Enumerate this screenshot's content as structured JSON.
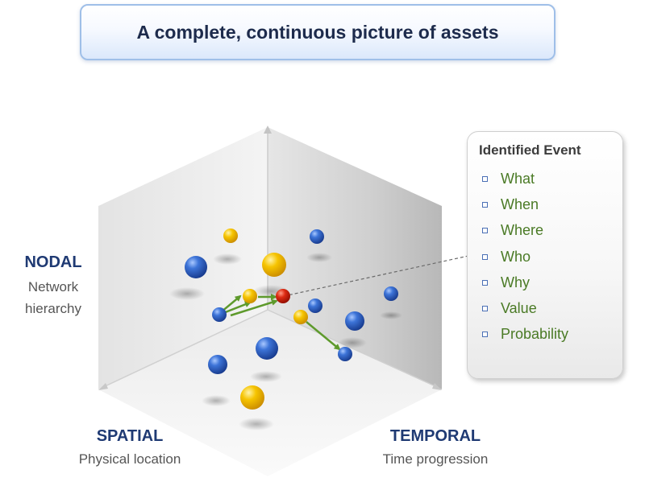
{
  "title": "A complete, continuous picture of assets",
  "axes": {
    "nodal": {
      "heading": "NODAL",
      "sub_line1": "Network",
      "sub_line2": "hierarchy"
    },
    "spatial": {
      "heading": "SPATIAL",
      "sub": "Physical location"
    },
    "temporal": {
      "heading": "TEMPORAL",
      "sub": "Time progression"
    }
  },
  "event_panel": {
    "title": "Identified Event",
    "items": [
      "What",
      "When",
      "Where",
      "Who",
      "Why",
      "Value",
      "Probability"
    ]
  },
  "colors": {
    "blue_node": "#2f63c8",
    "yellow_node": "#f2b800",
    "red_event": "#d81e10",
    "arrow": "#5e9a2c",
    "item_text": "#4a7a25",
    "heading": "#1f3a73"
  }
}
